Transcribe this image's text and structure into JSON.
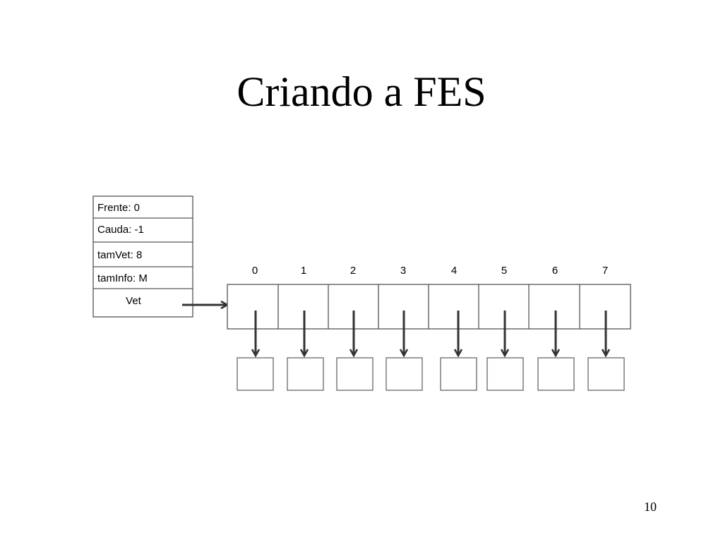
{
  "slide": {
    "title": "Criando a FES",
    "page_number": "10"
  },
  "descriptor": {
    "fields": [
      "Frente: 0",
      "Cauda: -1",
      "tamVet: 8",
      "tamInfo: M",
      "Vet"
    ]
  },
  "vector": {
    "indices": [
      "0",
      "1",
      "2",
      "3",
      "4",
      "5",
      "6",
      "7"
    ]
  }
}
